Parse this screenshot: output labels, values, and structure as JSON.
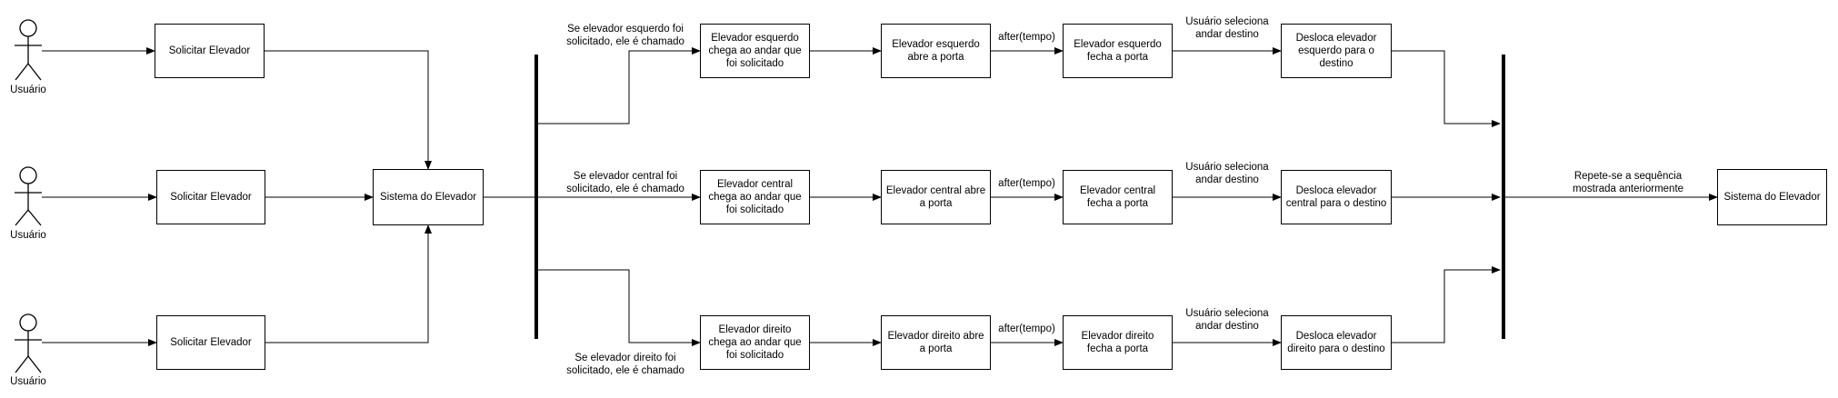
{
  "actors": [
    "Usuário",
    "Usuário",
    "Usuário"
  ],
  "request_boxes": [
    "Solicitar Elevador",
    "Solicitar Elevador",
    "Solicitar Elevador"
  ],
  "system_box": "Sistema do Elevador",
  "branch_labels": {
    "left": "Se elevador esquerdo foi solicitado, ele é chamado",
    "center": "Se elevador central foi solicitado, ele é chamado",
    "right": "Se elevador direito foi solicitado, ele é chamado"
  },
  "rows": [
    {
      "arrive": "Elevador esquerdo chega ao andar que foi solicitado",
      "open": "Elevador esquerdo abre a porta",
      "timer": "after(tempo)",
      "close": "Elevador esquerdo fecha a porta",
      "select": "Usuário seleciona andar destino",
      "move": "Desloca elevador esquerdo para o destino"
    },
    {
      "arrive": "Elevador central chega ao andar que foi solicitado",
      "open": "Elevador central abre a porta",
      "timer": "after(tempo)",
      "close": "Elevador central fecha a porta",
      "select": "Usuário seleciona andar destino",
      "move": "Desloca elevador central para o destino"
    },
    {
      "arrive": "Elevador direito chega ao andar que foi solicitado",
      "open": "Elevador direito abre a porta",
      "timer": "after(tempo)",
      "close": "Elevador direito fecha a porta",
      "select": "Usuário seleciona andar destino",
      "move": "Desloca elevador direito para o destino"
    }
  ],
  "repeat_label": "Repete-se a sequência mostrada anteriormente",
  "final_box": "Sistema do Elevador",
  "colors": {
    "stroke": "#000000",
    "background": "#ffffff"
  }
}
